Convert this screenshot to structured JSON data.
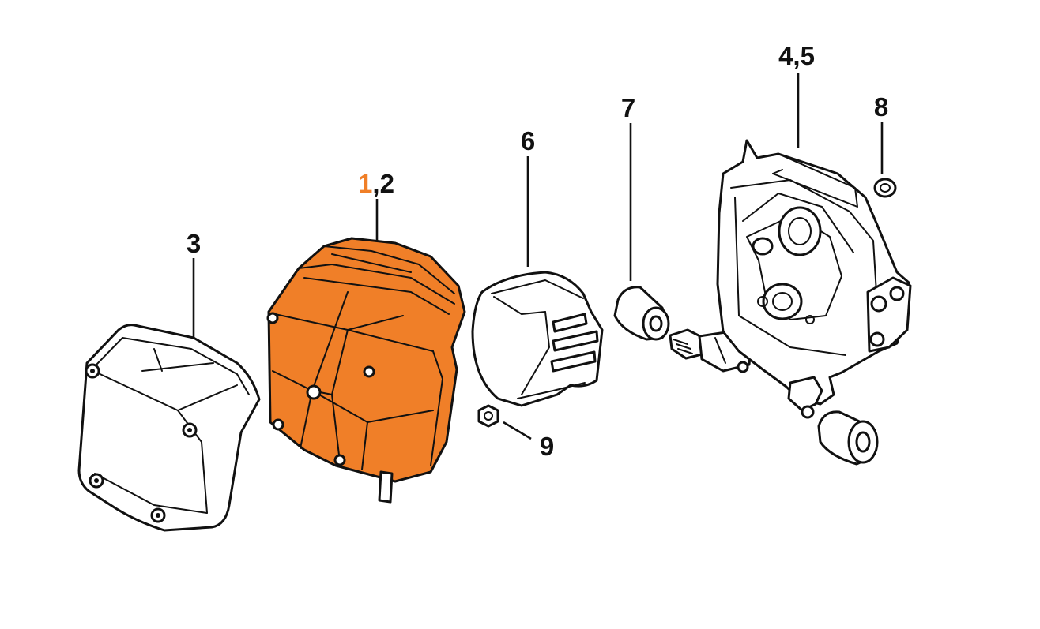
{
  "colors": {
    "highlight": "#f07f28",
    "outline": "#111111",
    "background": "#ffffff"
  },
  "callouts": {
    "c12_first": "1",
    "c12_rest": ",2",
    "c3": "3",
    "c45": "4,5",
    "c6": "6",
    "c7": "7",
    "c8": "8",
    "c9": "9"
  }
}
